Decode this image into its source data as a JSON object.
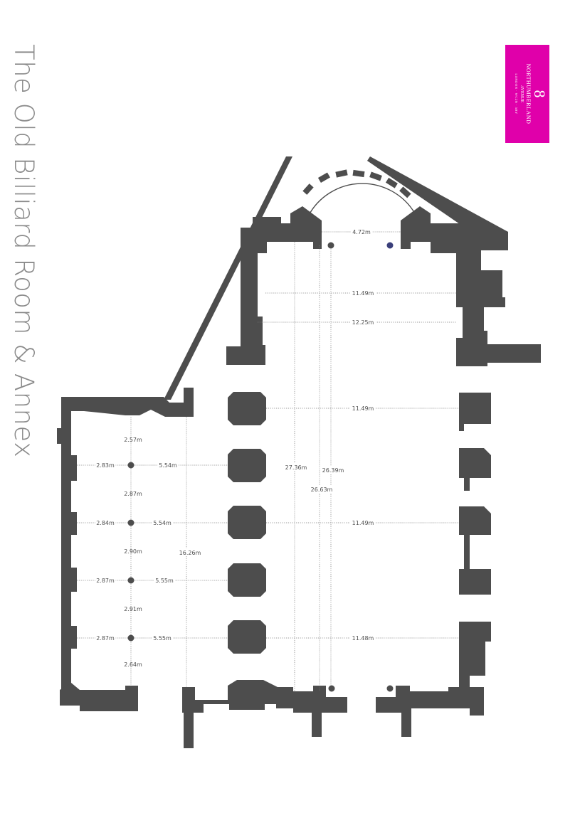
{
  "title": "The Old Billiard Room & Annex",
  "logo": {
    "number": "8",
    "line1": "NORTHUMBERLAND",
    "line2": "AVENUE",
    "line3": "LONDON · WC2N · 5BY"
  },
  "dimensions": {
    "arch_width": "4.72m",
    "hall_width_1": "11.49m",
    "hall_width_2": "12.25m",
    "hall_width_3": "11.49m",
    "hall_width_4": "11.49m",
    "hall_width_5": "11.48m",
    "hall_length_1": "27.36m",
    "hall_length_2": "26.63m",
    "hall_length_3": "26.39m",
    "annex_length": "16.26m",
    "annex_gap_1": "2.57m",
    "annex_gap_2": "2.87m",
    "annex_gap_3": "2.90m",
    "annex_gap_4": "2.91m",
    "annex_gap_5": "2.64m",
    "annex_side_1": "2.83m",
    "annex_side_2": "2.84m",
    "annex_side_3": "2.87m",
    "annex_side_4": "2.87m",
    "annex_bay_1": "5.54m",
    "annex_bay_2": "5.54m",
    "annex_bay_3": "5.55m",
    "annex_bay_4": "5.55m"
  }
}
